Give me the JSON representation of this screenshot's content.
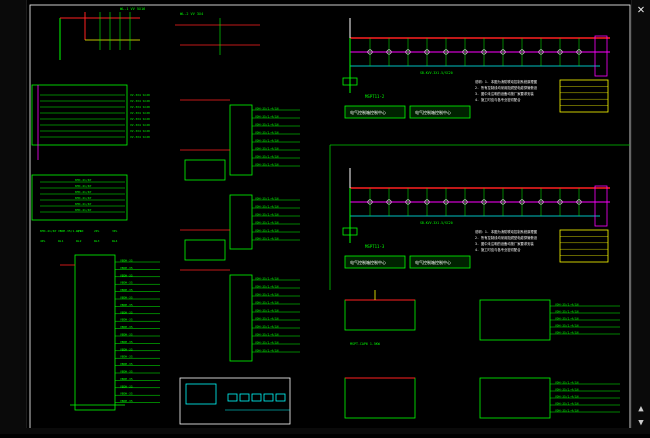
{
  "window": {
    "close_glyph": "✕",
    "scroll_up_glyph": "▲",
    "scroll_down_glyph": "▼"
  },
  "colors": {
    "background": "#000000",
    "wire_green": "#00ff00",
    "wire_red": "#ff2020",
    "wire_magenta": "#ff00ff",
    "wire_yellow": "#ffff00",
    "wire_cyan": "#00ffff",
    "wire_white": "#ffffff",
    "border_green": "#00c800"
  },
  "icons": [
    "close-icon",
    "scroll-up-icon",
    "scroll-down-icon"
  ],
  "panels": {
    "bus_a": {
      "label": "MSPT11-2",
      "box_left": "电气控制箱控制中心",
      "box_right": "电气控制箱控制中心",
      "notes": [
        "说明：1. 本图为消防联动控制系统原理图",
        "2. 所有控制线均采用阻燃型电缆穿管敷设",
        "3. 图中未注明的设备均按厂家要求安装",
        "4. 施工时应与各专业密切配合"
      ]
    },
    "bus_b": {
      "label": "MSPT11-3",
      "box_left": "电气控制箱控制中心",
      "box_right": "电气控制箱控制中心",
      "notes": [
        "说明：1. 本图为消防联动控制系统原理图",
        "2. 所有控制线均采用阻燃型电缆穿管敷设",
        "3. 图中未注明的设备均按厂家要求安装",
        "4. 施工时应与各专业密切配合"
      ]
    },
    "bottom_label": "MSPT-CAP6 1.5KW",
    "small_labels": [
      "KMO-41/4P",
      "VBDH-35/1-4/1N",
      "1PL",
      "2PL",
      "3PL",
      "4PL",
      "WL1",
      "WL2",
      "WL3",
      "WL4"
    ]
  }
}
